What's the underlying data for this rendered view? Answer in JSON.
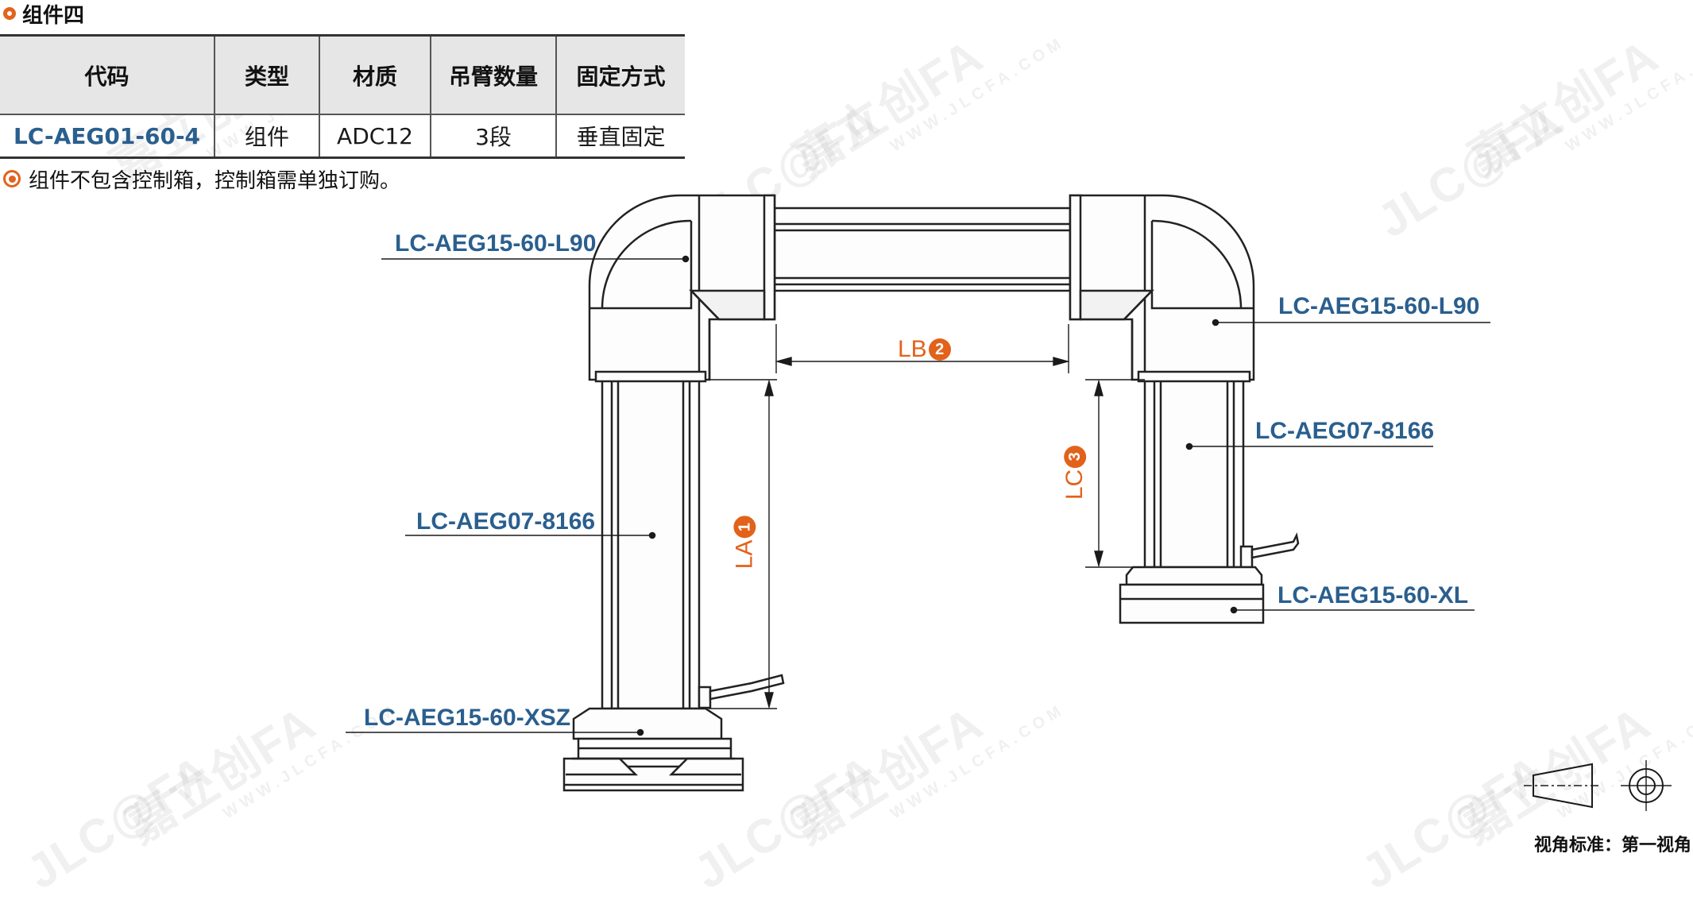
{
  "section_title": "组件四",
  "table": {
    "headers": [
      "代码",
      "类型",
      "材质",
      "吊臂数量",
      "固定方式"
    ],
    "row": [
      "LC-AEG01-60-4",
      "组件",
      "ADC12",
      "3段",
      "垂直固定"
    ]
  },
  "note": "组件不包含控制箱，控制箱需单独订购。",
  "diagram": {
    "labels": {
      "left_elbow": "LC-AEG15-60-L90",
      "right_elbow": "LC-AEG15-60-L90",
      "left_column": "LC-AEG07-8166",
      "right_column": "LC-AEG07-8166",
      "left_base": "LC-AEG15-60-XSZ",
      "right_base": "LC-AEG15-60-XL"
    },
    "dimensions": {
      "la": {
        "text": "LA",
        "badge": "1"
      },
      "lb": {
        "text": "LB",
        "badge": "2"
      },
      "lc": {
        "text": "LC",
        "badge": "3"
      }
    }
  },
  "view_standard": "视角标准：第一视角",
  "watermark": {
    "brand": "嘉立创FA",
    "site": "WWW.JLCFA.COM",
    "logo": "JLC@FA"
  },
  "colors": {
    "accent": "#e2621b",
    "label_blue": "#2a5f8e"
  }
}
